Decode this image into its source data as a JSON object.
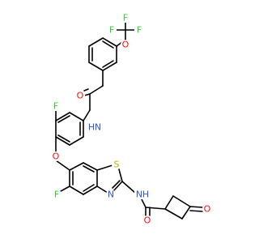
{
  "molecule": {
    "colors": {
      "F": "#33cc33",
      "O": "#ff0d0d",
      "N": "#3050f8",
      "S": "#c6a500"
    },
    "atoms": [
      {
        "id": "f1",
        "label": "F",
        "element": "F"
      },
      {
        "id": "f2",
        "label": "F",
        "element": "F"
      },
      {
        "id": "f3",
        "label": "F",
        "element": "F"
      },
      {
        "id": "o_ocf3",
        "label": "O",
        "element": "O"
      },
      {
        "id": "o_amide1",
        "label": "O",
        "element": "O"
      },
      {
        "id": "nh_amide1",
        "label": "N",
        "element": "N"
      },
      {
        "id": "h_amide1",
        "label": "H",
        "element": "N"
      },
      {
        "id": "f_ring",
        "label": "F",
        "element": "F"
      },
      {
        "id": "o_ether",
        "label": "O",
        "element": "O"
      },
      {
        "id": "s_thiazole",
        "label": "S",
        "element": "S"
      },
      {
        "id": "n_thiazole",
        "label": "N",
        "element": "N"
      },
      {
        "id": "f_benzo",
        "label": "F",
        "element": "F"
      },
      {
        "id": "nh_amide2",
        "label": "N",
        "element": "N"
      },
      {
        "id": "h_amide2",
        "label": "H",
        "element": "N"
      },
      {
        "id": "o_amide2",
        "label": "O",
        "element": "O"
      },
      {
        "id": "o_ketone",
        "label": "O",
        "element": "O"
      }
    ]
  }
}
